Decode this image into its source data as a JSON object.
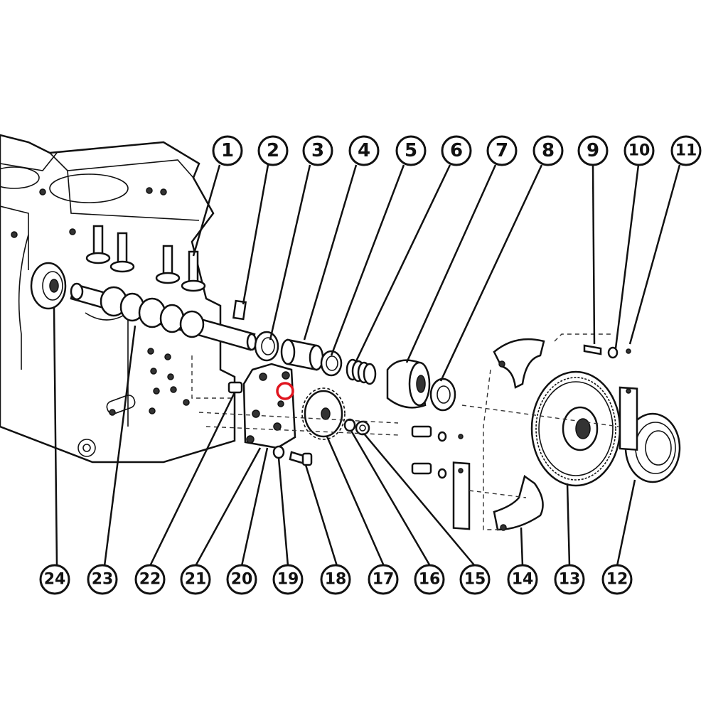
{
  "callouts_top": [
    "1",
    "2",
    "3",
    "4",
    "5",
    "6",
    "7",
    "8",
    "9",
    "10",
    "11"
  ],
  "callouts_bottom": [
    "24",
    "23",
    "22",
    "21",
    "20",
    "19",
    "18",
    "17",
    "16",
    "15",
    "14",
    "13",
    "12"
  ],
  "colors": {
    "ink": "#111111",
    "highlight": "#e0141e",
    "paper": "#ffffff"
  }
}
